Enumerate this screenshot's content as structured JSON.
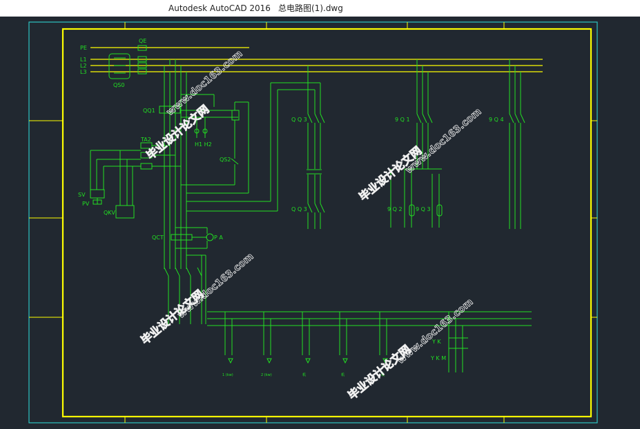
{
  "window": {
    "app_title": "Autodesk AutoCAD 2016",
    "doc_title": "总电路图(1).dwg"
  },
  "colors": {
    "canvas": "#212830",
    "frame_outer": "#2ec4c4",
    "frame_inner": "#ffff00",
    "wire": "#22e022",
    "label": "#22e022",
    "watermark": "#f0f0f0"
  },
  "labels": {
    "pe": "PE",
    "l1": "L1",
    "l2": "L2",
    "l3": "L3",
    "qe": "QE",
    "qs0": "QS0",
    "qq1": "QQ1",
    "h1h2": "H1 H2",
    "ta2": "TA2",
    "qs2": "QS2",
    "sv": "SV",
    "pv": "PV",
    "qkv": "QKV",
    "qct": "QCT",
    "pa": "P A",
    "qq3": "Q Q 3",
    "qq3b": "Q Q 3",
    "9q1": "9 Q 1",
    "9q4": "9 Q 4",
    "9q2": "9 Q 2",
    "9q3": "9 Q 3",
    "ykm": "Y K M",
    "ykm2": "Y K",
    "out1": "1 (kw)",
    "out2": "2 (kw)",
    "out3": "机",
    "out4": "机",
    "out5": "机"
  },
  "watermarks": {
    "brand": "毕业设计论文网",
    "url": "www.doc163.com"
  }
}
